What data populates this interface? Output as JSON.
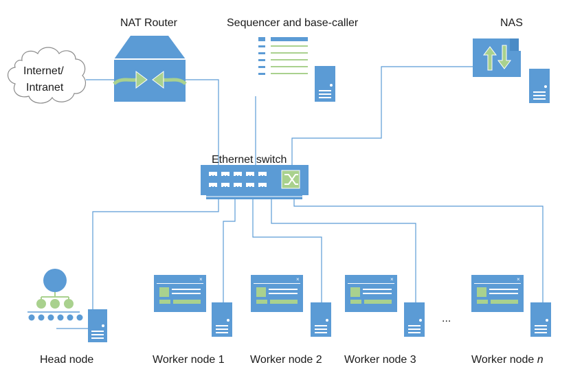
{
  "labels": {
    "nat_router": "NAT Router",
    "sequencer": "Sequencer and base-caller",
    "nas": "NAS",
    "internet_line1": "Internet/",
    "internet_line2": "Intranet",
    "ethernet_switch": "Ethernet switch",
    "head_node": "Head node",
    "worker1": "Worker node 1",
    "worker2": "Worker node 2",
    "worker3": "Worker node 3",
    "workern_prefix": "Worker node ",
    "workern_suffix": "n",
    "ellipsis": "..."
  },
  "colors": {
    "device_blue": "#5b9bd5",
    "accent_green": "#a9d18e",
    "line_blue": "#5b9bd5",
    "text": "#1a1a1a"
  },
  "icons": {
    "cloud": "cloud-icon",
    "router": "router-icon",
    "document": "document-icon",
    "nas": "nas-icon",
    "switch": "ethernet-switch-icon",
    "hierarchy": "hierarchy-icon",
    "window": "application-window-icon",
    "server": "server-tower-icon"
  }
}
